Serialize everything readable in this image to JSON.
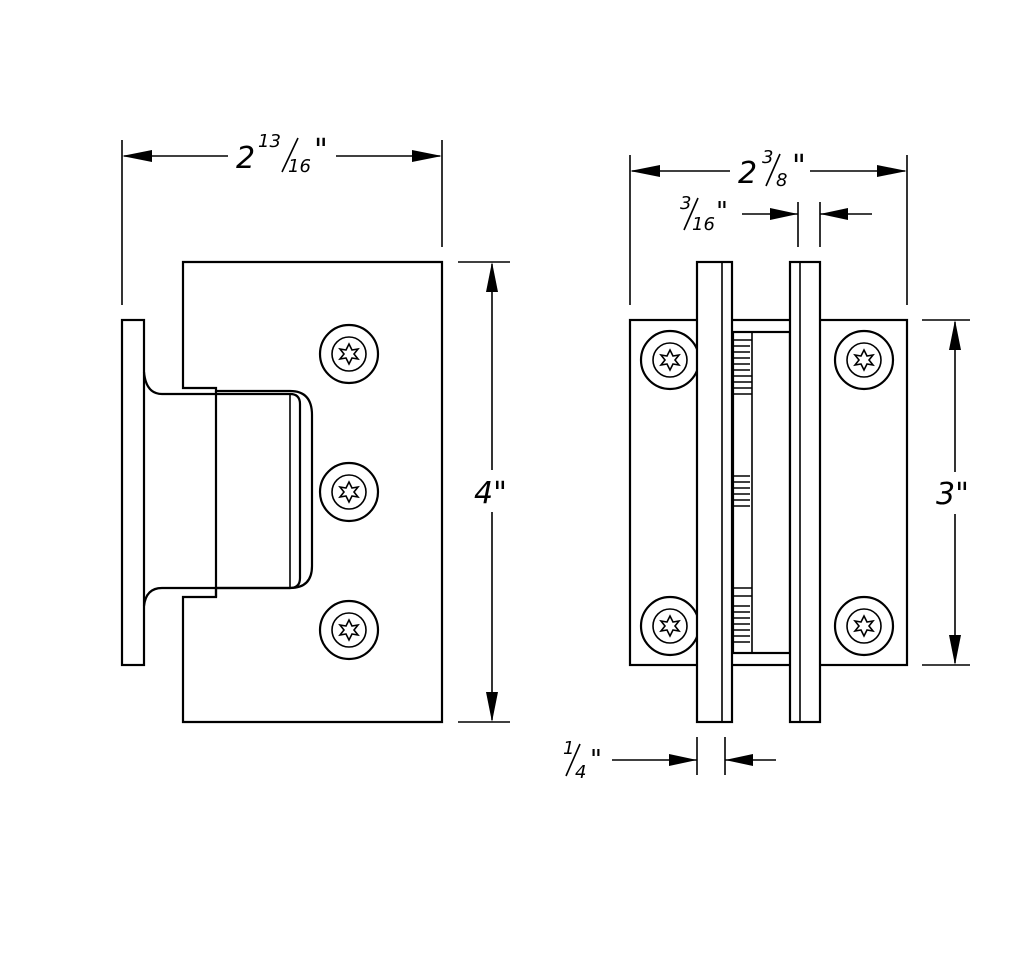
{
  "dimensions": {
    "left_width": {
      "whole": "2",
      "num": "13",
      "den": "16",
      "unit": "\""
    },
    "left_height": {
      "text": "4\""
    },
    "right_width": {
      "whole": "2",
      "num": "3",
      "den": "8",
      "unit": "\""
    },
    "right_gap": {
      "num": "3",
      "den": "16",
      "unit": "\""
    },
    "right_height": {
      "text": "3\""
    },
    "right_plate": {
      "num": "1",
      "den": "4",
      "unit": "\""
    }
  },
  "colors": {
    "line": "#000000",
    "background": "#ffffff"
  }
}
